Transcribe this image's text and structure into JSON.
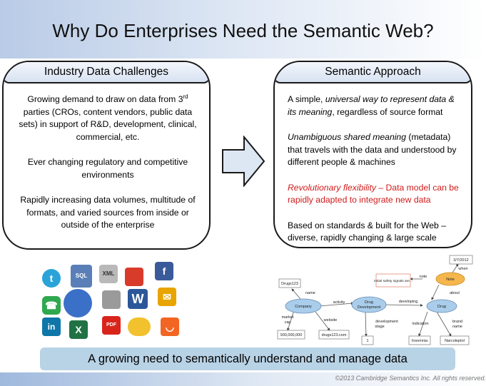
{
  "title": "Why Do Enterprises Need the Semantic Web?",
  "left_panel": {
    "heading": "Industry Data Challenges",
    "para1_pre": "Growing demand to draw on data from 3",
    "para1_sup": "rd",
    "para1_post": " parties (CROs, content vendors, public data sets) in support of R&D, development, clinical, commercial, etc.",
    "para2": "Ever changing regulatory and competitive environments",
    "para3": "Rapidly increasing data volumes, multitude of formats, and varied sources from inside or outside of the enterprise"
  },
  "right_panel": {
    "heading": "Semantic Approach",
    "p1_a": "A simple, ",
    "p1_em": "universal way to represent data & its meaning",
    "p1_b": ", regardless of source format",
    "p2_em": "Unambiguous shared meaning",
    "p2_b": " (metadata) that travels with the data and understood by different people & machines",
    "p3_em": "Revolutionary flexibility",
    "p3_b": " – Data model can be rapidly adapted to integrate new data",
    "p4": "Based on standards & built for the Web – diverse, rapidly changing & large scale"
  },
  "logos": [
    {
      "name": "twitter-icon",
      "glyph": "t",
      "color": "#2aa3d9"
    },
    {
      "name": "sql-database-icon",
      "glyph": "SQL",
      "color": "#5a7fb8"
    },
    {
      "name": "xml-file-icon",
      "glyph": "XML",
      "color": "#b9b9b9"
    },
    {
      "name": "rubiks-cube-icon",
      "glyph": "",
      "color": "#d93b2b"
    },
    {
      "name": "facebook-icon",
      "glyph": "f",
      "color": "#3b5a9a"
    },
    {
      "name": "phone-icon",
      "glyph": "☎",
      "color": "#2fa84f"
    },
    {
      "name": "globe-icon",
      "glyph": "",
      "color": "#3b70c8"
    },
    {
      "name": "document-icon",
      "glyph": "",
      "color": "#9a9a9a"
    },
    {
      "name": "word-icon",
      "glyph": "W",
      "color": "#2b579a"
    },
    {
      "name": "outlook-icon",
      "glyph": "✉",
      "color": "#e8a400"
    },
    {
      "name": "linkedin-icon",
      "glyph": "in",
      "color": "#0e76a8"
    },
    {
      "name": "excel-icon",
      "glyph": "X",
      "color": "#207245"
    },
    {
      "name": "pdf-icon",
      "glyph": "PDF",
      "color": "#d9241c"
    },
    {
      "name": "hadoop-elephant-icon",
      "glyph": "",
      "color": "#f2c12e"
    },
    {
      "name": "rss-icon",
      "glyph": "◡",
      "color": "#f26522"
    }
  ],
  "graph": {
    "nodes": {
      "company": "Company",
      "drug_development": "Drug Development",
      "drug": "Drug",
      "note": "Note",
      "drugs123": "Drugs123",
      "market_cap_value": "930,000,000",
      "website_value": "drugs123.com",
      "stage_value": "1",
      "insomnia": "Insomnia",
      "narcoleptol": "Narcoleptol",
      "date": "3/7/2012",
      "note_text": "Initial safety signals are ..",
      "drug_dev_line1": "Drug",
      "drug_dev_line2": "Development"
    },
    "edges": {
      "name": "name",
      "activity": "activity",
      "developing": "developing",
      "note": "note",
      "about": "about",
      "when": "when",
      "market_cap": "market cap",
      "market_cap_1": "market",
      "market_cap_2": "cap",
      "website": "website",
      "development_stage_1": "development",
      "development_stage_2": "stage",
      "indication": "indication",
      "brand_name_1": "brand",
      "brand_name_2": "name"
    }
  },
  "banner": "A growing need to semantically understand and manage data",
  "copyright": "©2013 Cambridge Semantics Inc. All rights reserved.",
  "colors": {
    "header_start": "#b9cbe6",
    "banner": "#b9d3e6",
    "red_text": "#d11a1a",
    "arrow_fill": "#dde7f3"
  }
}
